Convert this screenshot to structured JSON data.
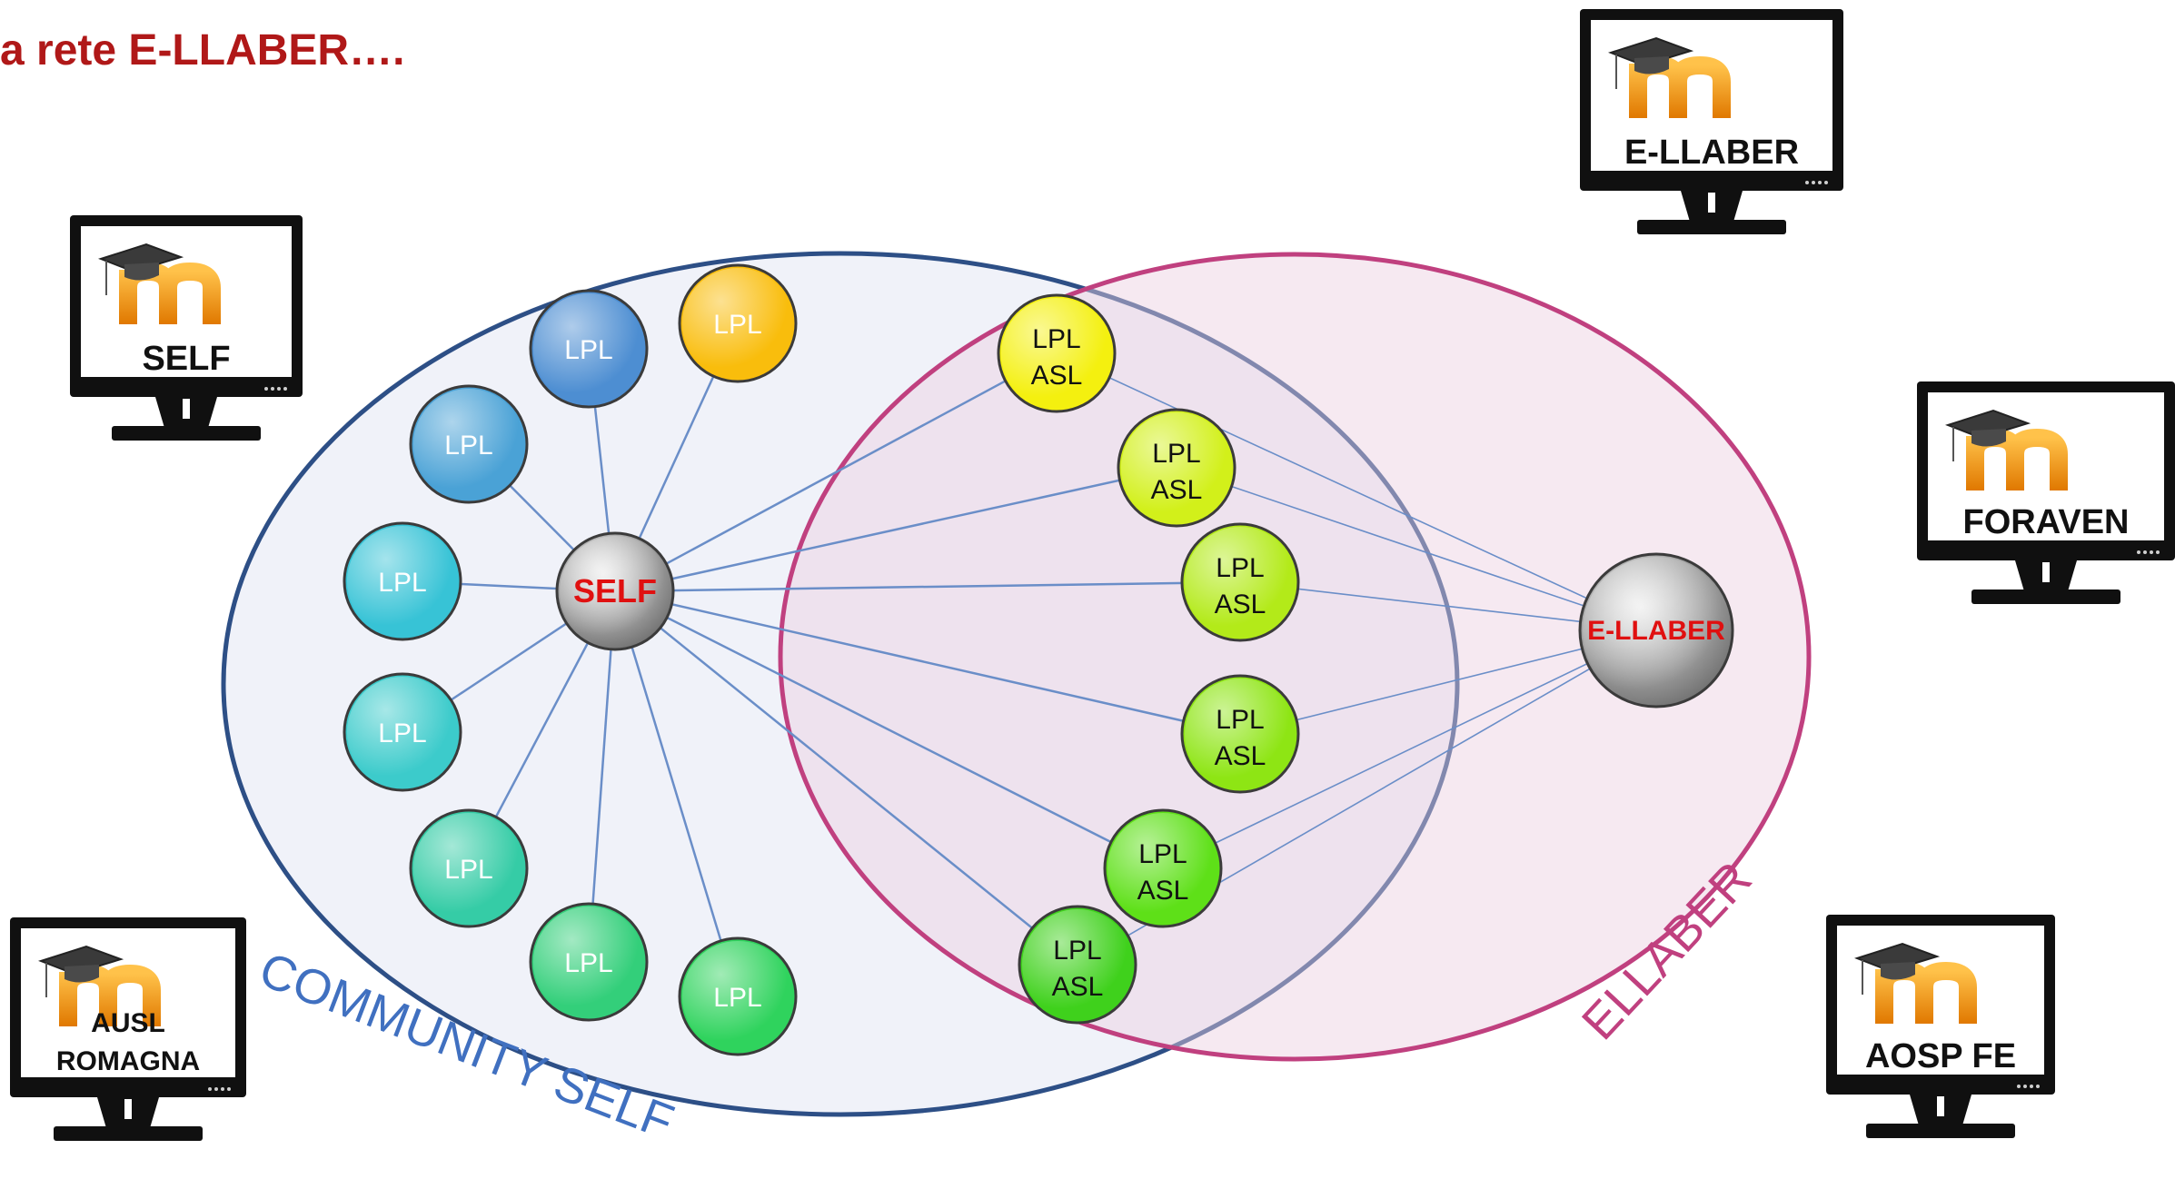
{
  "title": "a rete E-LLABER….",
  "sets": {
    "community": {
      "label": "COMMUNITY SELF",
      "stroke": "#2d4f86",
      "fill": "#eef1f8"
    },
    "ellaber": {
      "label": "ELLABER",
      "stroke": "#c0407f",
      "fill": "#f5e4ee"
    }
  },
  "hubs": {
    "self": {
      "label": "SELF",
      "color": "#e01010"
    },
    "ellaber": {
      "label": "E-LLABER",
      "color": "#e01010"
    }
  },
  "lpl_label": "LPL",
  "lpl_asl_lines": [
    "LPL",
    "ASL"
  ],
  "monitors": [
    {
      "id": "self",
      "label_lines": [
        "SELF"
      ]
    },
    {
      "id": "e-llaber",
      "label_lines": [
        "E-LLABER"
      ]
    },
    {
      "id": "foraven",
      "label_lines": [
        "FORAVEN"
      ]
    },
    {
      "id": "ausl-romagna",
      "label_lines": [
        "AUSL",
        "ROMAGNA"
      ]
    },
    {
      "id": "aosp-fe",
      "label_lines": [
        "AOSP FE"
      ]
    }
  ],
  "colors": {
    "edge": "#6a8ec8",
    "hub_fill": "#9a9a9a",
    "node_stroke": "#3b3b3b",
    "moodle_orange": "#f3950d",
    "monitor_frame": "#101010"
  }
}
